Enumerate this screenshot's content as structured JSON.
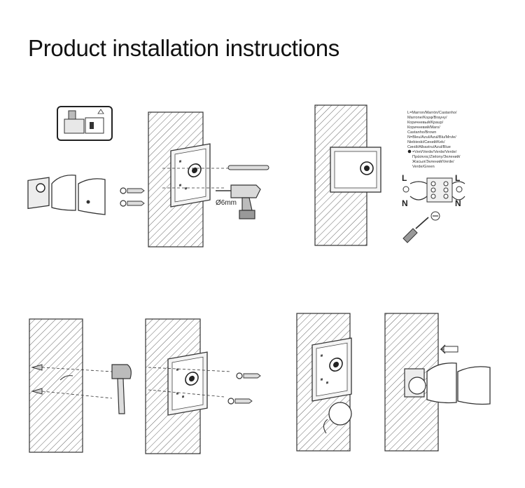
{
  "page": {
    "title": "Product installation instructions"
  },
  "step1": {
    "drill_size": "Ø6mm"
  },
  "step2": {
    "wire_legend": [
      "L=Marron/Marrón/Castanho/",
      "Marrone/Kορφ/Βraунy/",
      "Коричневый/Kpaup/",
      "Коричневий/Maro/",
      "Castanho/Brown",
      "N=Bleu/Azul/Azul/Blu/Mrvle/",
      "Niebieski/Синий/Kek/",
      "Синій/Albastru/Azul/Blue",
      "=Vert/Verde/Verde/Verde/",
      "Πράσινος/Zielony/Зелений/",
      "Жасыл/Зелений/Verde/",
      "Verde/Green"
    ],
    "terminal_left_top": "L",
    "terminal_right_top": "L",
    "terminal_left_bottom": "N",
    "terminal_right_bottom": "N"
  },
  "colors": {
    "line": "#333333",
    "wall_fill": "#ffffff"
  }
}
